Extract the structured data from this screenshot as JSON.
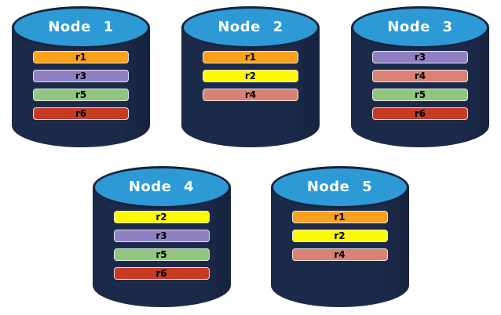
{
  "diagram": {
    "description": "database-nodes-replica-distribution",
    "colors": {
      "cylinder_body": "#1c2a4a",
      "cylinder_top_fill": "#2e9ad5",
      "cylinder_outline": "#16233f",
      "bar_text": "#000000",
      "title_text": "#ffffff",
      "replicas": {
        "r1": "#f9a11d",
        "r2": "#fdf900",
        "r3": "#8f80c4",
        "r4": "#d98174",
        "r5": "#90c67e",
        "r6": "#c73b24"
      }
    },
    "rows": [
      {
        "nodes": [
          {
            "label": "Node 1",
            "replicas": [
              "r1",
              "r3",
              "r5",
              "r6"
            ]
          },
          {
            "label": "Node 2",
            "replicas": [
              "r1",
              "r2",
              "r4"
            ]
          },
          {
            "label": "Node 3",
            "replicas": [
              "r3",
              "r4",
              "r5",
              "r6"
            ]
          }
        ]
      },
      {
        "nodes": [
          {
            "label": "Node 4",
            "replicas": [
              "r2",
              "r3",
              "r5",
              "r6"
            ]
          },
          {
            "label": "Node 5",
            "replicas": [
              "r1",
              "r2",
              "r4"
            ]
          }
        ]
      }
    ]
  }
}
